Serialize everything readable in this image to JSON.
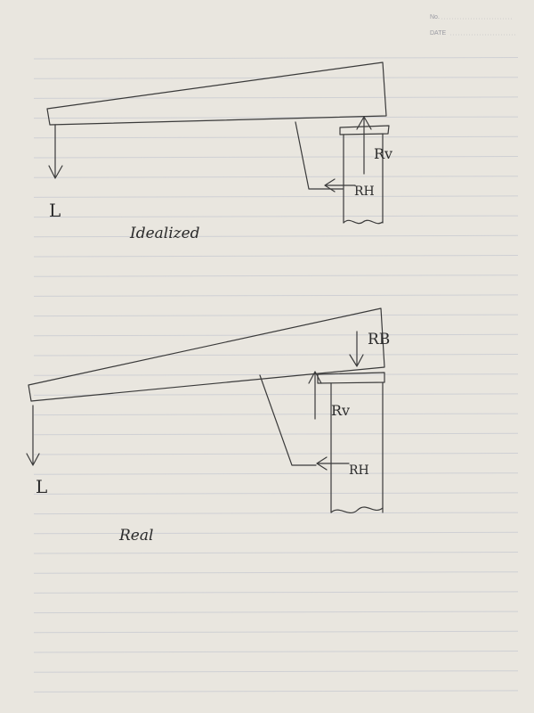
{
  "header": {
    "no_label": "No.",
    "date_label": "DATE"
  },
  "idealized": {
    "caption": "Idealized",
    "load_label": "L",
    "rv_label": "Rv",
    "rh_label": "RH"
  },
  "real": {
    "caption": "Real",
    "load_label": "L",
    "rb_label": "RB",
    "rv_label": "Rv",
    "rh_label": "RH"
  },
  "colors": {
    "paper": "#e9e6df",
    "rule": "#cfd0d4",
    "ink": "#3a3a3a"
  }
}
